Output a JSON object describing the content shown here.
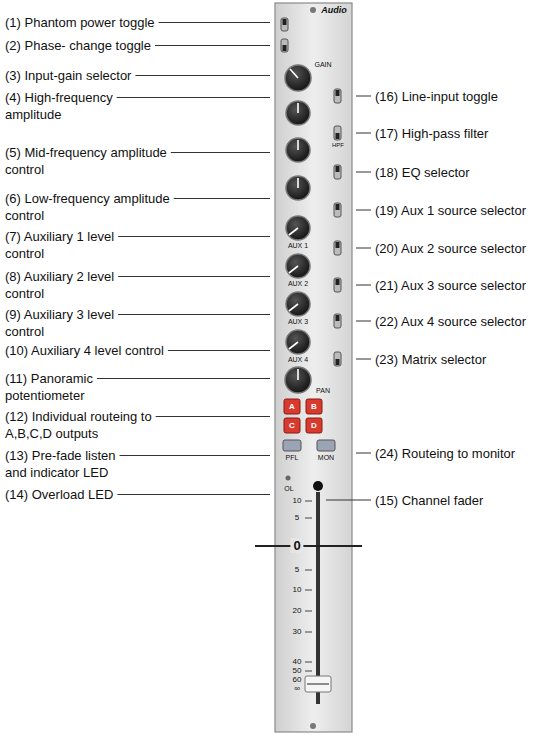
{
  "diagram": {
    "labels": [
      "(1) Phantom power toggle",
      "(2) Phase- change toggle",
      "(3) Input-gain selector",
      "(4) High-frequency amplitude",
      "(5) Mid-frequency amplitude control",
      "(6) Low-frequency amplitude control",
      "(7) Auxiliary 1 level control",
      "(8) Auxiliary 2 level control",
      "(9) Auxiliary 3 level control",
      "(10) Auxiliary 4 level control",
      "(11) Panoramic potentiometer",
      "(12) Individual routeing to A,B,C,D outputs",
      "(13) Pre-fade listen and indicator LED",
      "(14) Overload LED",
      "(15) Channel fader",
      "(16) Line-input toggle",
      "(17) High-pass filter",
      "(18) EQ selector",
      "(19) Aux 1 source selector",
      "(20) Aux 2 source selector",
      "(21) Aux 3 source selector",
      "(22) Aux 4 source selector",
      "(23) Matrix selector",
      "(24) Routeing to monitor",
      "Audio",
      "GAIN",
      "HPF",
      "AUX 1",
      "AUX 2",
      "AUX 3",
      "AUX 4",
      "PAN",
      "A",
      "B",
      "C",
      "D",
      "PFL",
      "MON",
      "OL",
      "10",
      "5",
      "0",
      "5",
      "10",
      "20",
      "30",
      "40",
      "50",
      "60",
      "∞"
    ]
  }
}
